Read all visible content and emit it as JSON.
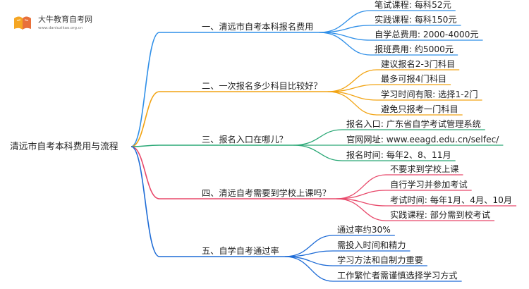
{
  "logo": {
    "name": "大牛教育自考网",
    "url": "www.daniuzikao.org.cn"
  },
  "root": {
    "label": "清远市自考本科费用与流程"
  },
  "colors": [
    "#2f8fe8",
    "#f2a413",
    "#2aa876",
    "#e8486a",
    "#1d6bd6"
  ],
  "branches": [
    {
      "label": "一、清远市自考本科报名费用",
      "children": [
        "笔试课程: 每科52元",
        "实践课程: 每科150元",
        "自学总费用: 2000-4000元",
        "报班费用: 约5000元"
      ]
    },
    {
      "label": "二、一次报名多少科目比较好？",
      "children": [
        "建议报名2-3门科目",
        "最多可报4门科目",
        "学习时间有限: 选择1-2门",
        "避免只报考一门科目"
      ]
    },
    {
      "label": "三、报名入口在哪儿？",
      "children": [
        "报名入口: 广东省自学考试管理系统",
        "官网网址: www.eeagd.edu.cn/selfec/",
        "报名时间: 每年2、8、11月"
      ]
    },
    {
      "label": "四、清远自考需要到学校上课吗？",
      "children": [
        "不要求到学校上课",
        "自行学习并参加考试",
        "考试时间: 每年1月、4月、10月",
        "实践课程: 部分需到校考试"
      ]
    },
    {
      "label": "五、自学自考通过率",
      "children": [
        "通过率约30%",
        "需投入时间和精力",
        "学习方法和自制力重要",
        "工作繁忙者需谨慎选择学习方式"
      ]
    }
  ]
}
